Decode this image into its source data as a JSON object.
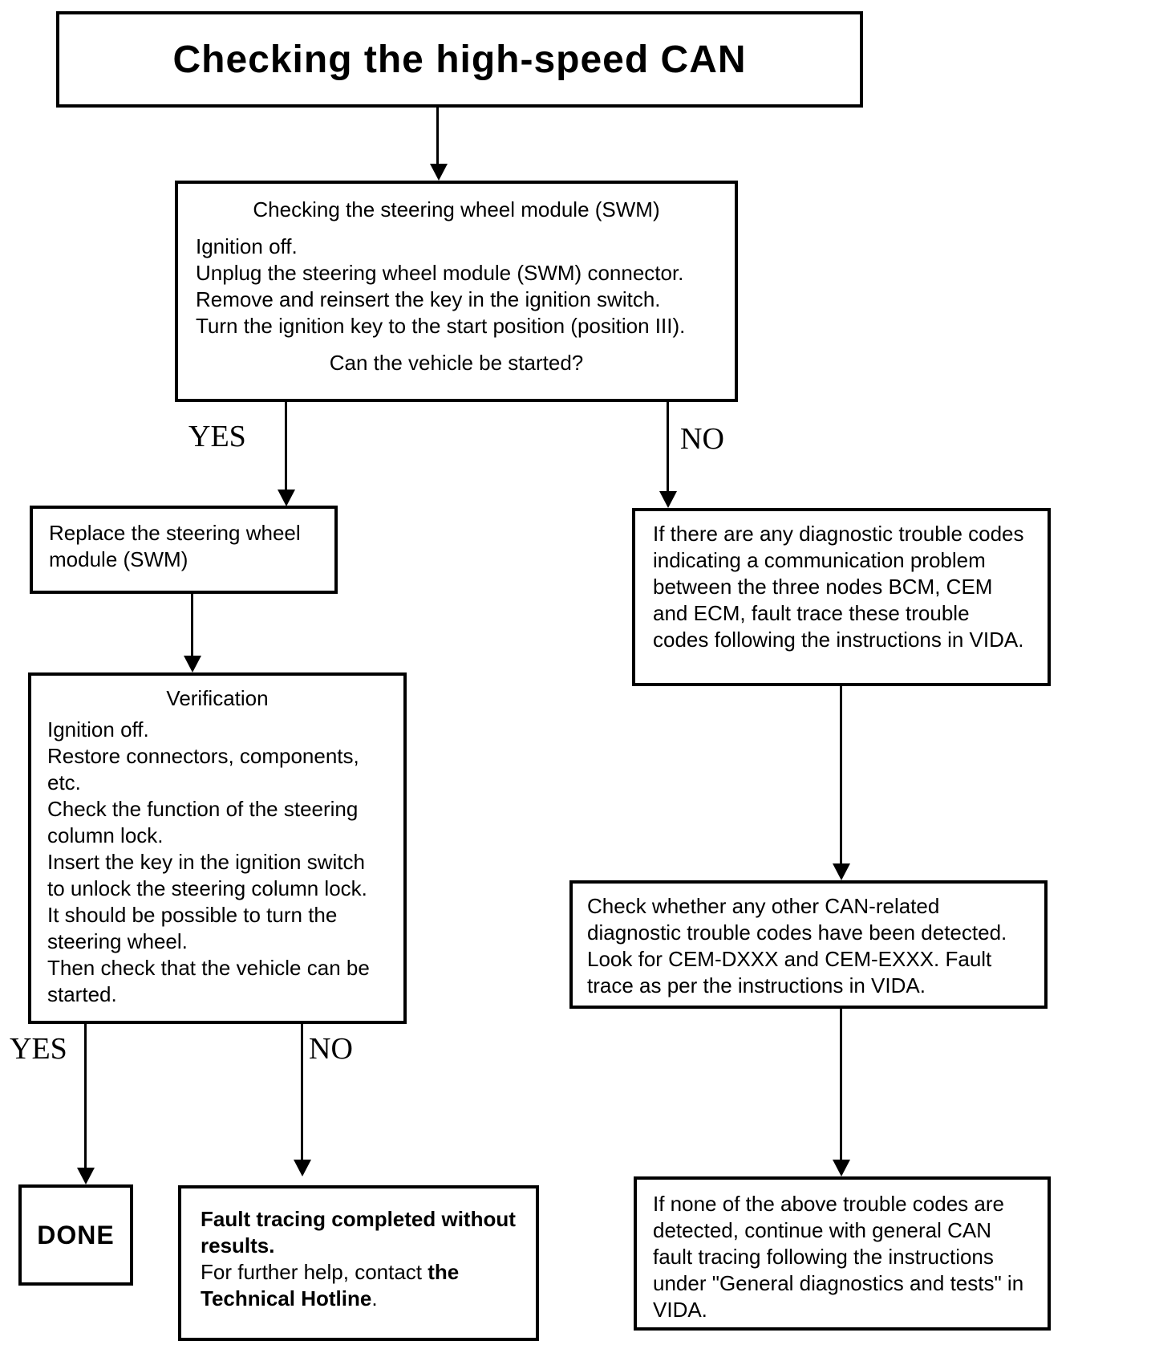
{
  "title": "Checking the high-speed CAN",
  "labels": {
    "yes": "YES",
    "no": "NO"
  },
  "boxes": {
    "swm_check": {
      "heading": "Checking the steering wheel module (SWM)",
      "lines": [
        "Ignition off.",
        "Unplug the steering wheel module (SWM) connector.",
        "Remove and reinsert the key in the ignition switch.",
        "Turn the ignition key to the start position (position III)."
      ],
      "question": "Can the vehicle be started?"
    },
    "replace_swm": {
      "text": "Replace the steering wheel module (SWM)"
    },
    "verification": {
      "heading": "Verification",
      "lines": [
        "Ignition off.",
        "Restore connectors, components, etc.",
        "Check the function of the steering column lock.",
        "Insert the key in the ignition switch to unlock the steering column lock.",
        "It should be possible to turn the steering wheel.",
        "Then check that the vehicle can be started."
      ]
    },
    "done": {
      "text": "DONE"
    },
    "fault_tracing": {
      "bold_intro": "Fault tracing completed without results.",
      "contact_prefix": "For further help, contact ",
      "contact_bold": "the Technical Hotline",
      "contact_suffix": "."
    },
    "dtc_nodes": {
      "text": "If there are any diagnostic trouble codes indicating a communication problem between the three nodes BCM, CEM and ECM, fault trace these trouble codes following the instructions in VIDA."
    },
    "can_related": {
      "text": "Check whether any other CAN-related diagnostic trouble codes have been detected. Look for CEM-DXXX and CEM-EXXX. Fault trace as per the instructions in VIDA."
    },
    "general_can": {
      "text": "If none of the above trouble codes are detected, continue with general CAN fault tracing following the instructions under \"General diagnostics and tests\" in VIDA."
    }
  },
  "colors": {
    "line": "#000000",
    "background": "#ffffff"
  }
}
